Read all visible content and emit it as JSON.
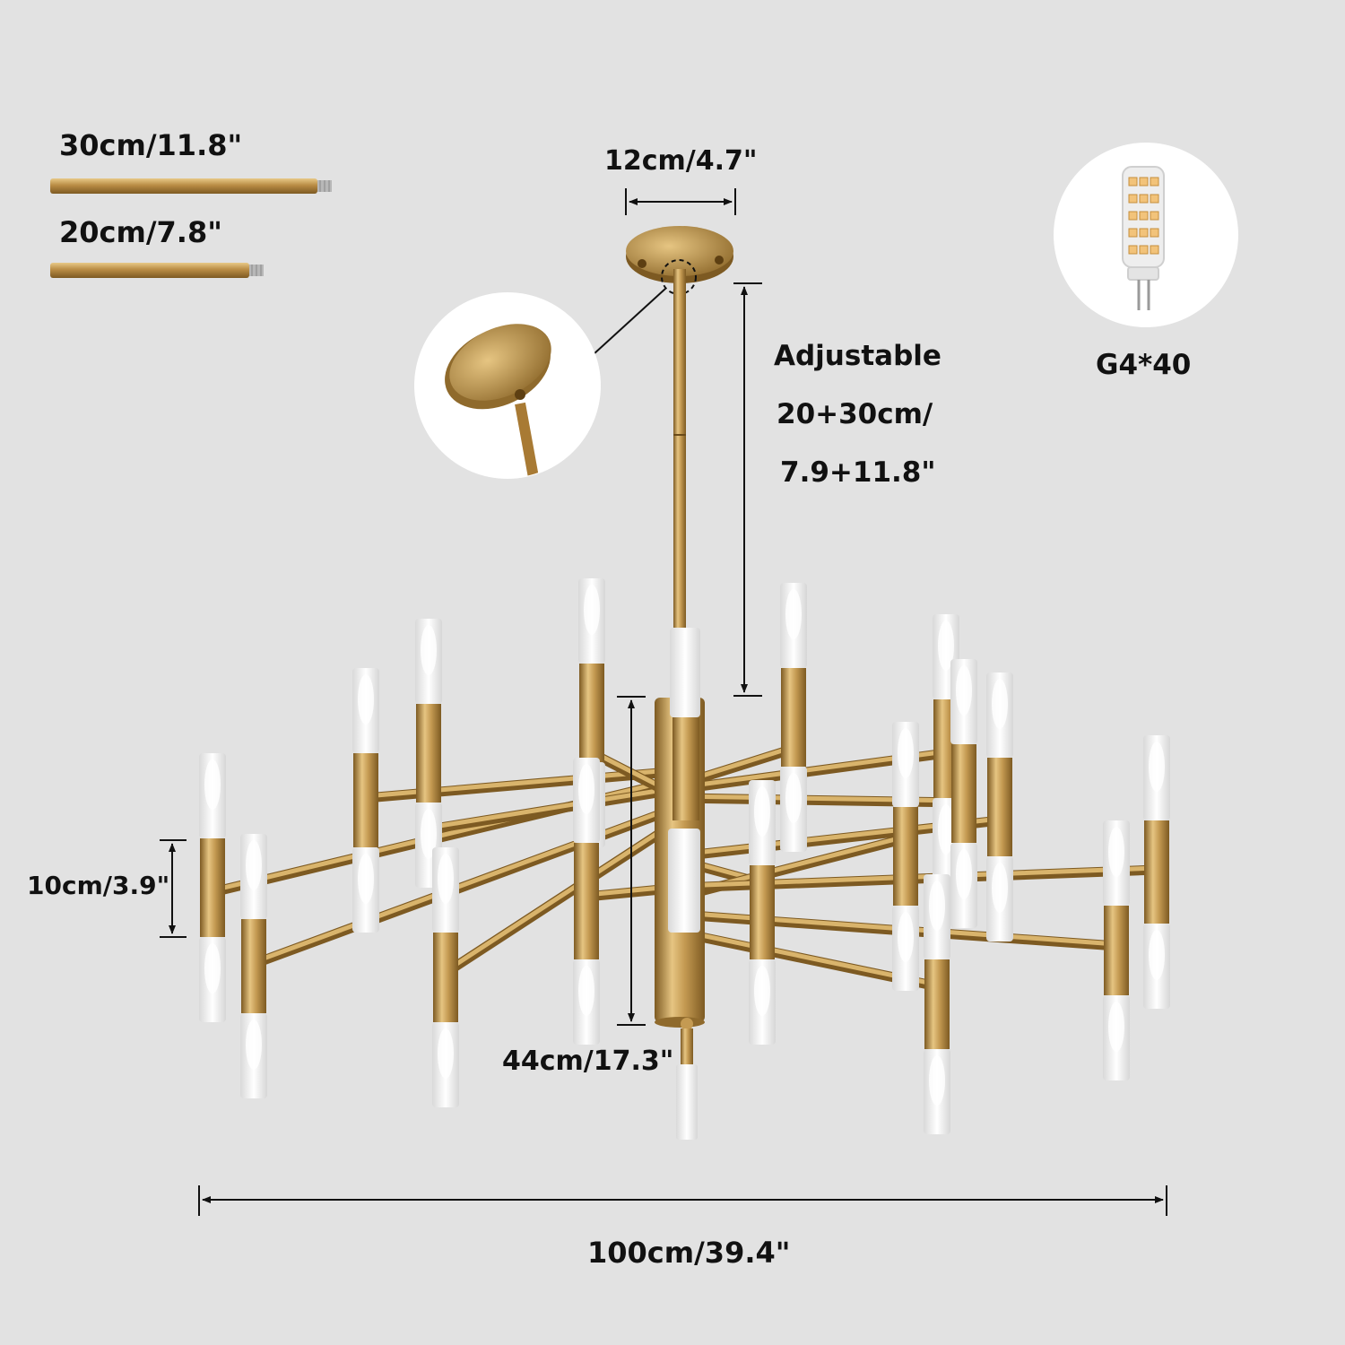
{
  "extension_rods": {
    "long_label": "30cm/11.8\"",
    "short_label": "20cm/7.8\""
  },
  "canopy": {
    "width_label": "12cm/4.7\""
  },
  "rod": {
    "adjustable_line1": "Adjustable",
    "adjustable_line2": "20+30cm/",
    "adjustable_line3": "7.9+11.8\""
  },
  "bulb": {
    "label": "G4*40"
  },
  "body": {
    "shade_height_label": "10cm/3.9\"",
    "center_height_label": "44cm/17.3\"",
    "total_width_label": "100cm/39.4\""
  },
  "colors": {
    "background": "#e2e2e2",
    "brass": "#c49a52",
    "brass_dark": "#8f6a2c",
    "shade": "#f4f4f4",
    "dimension_line": "#111111"
  }
}
